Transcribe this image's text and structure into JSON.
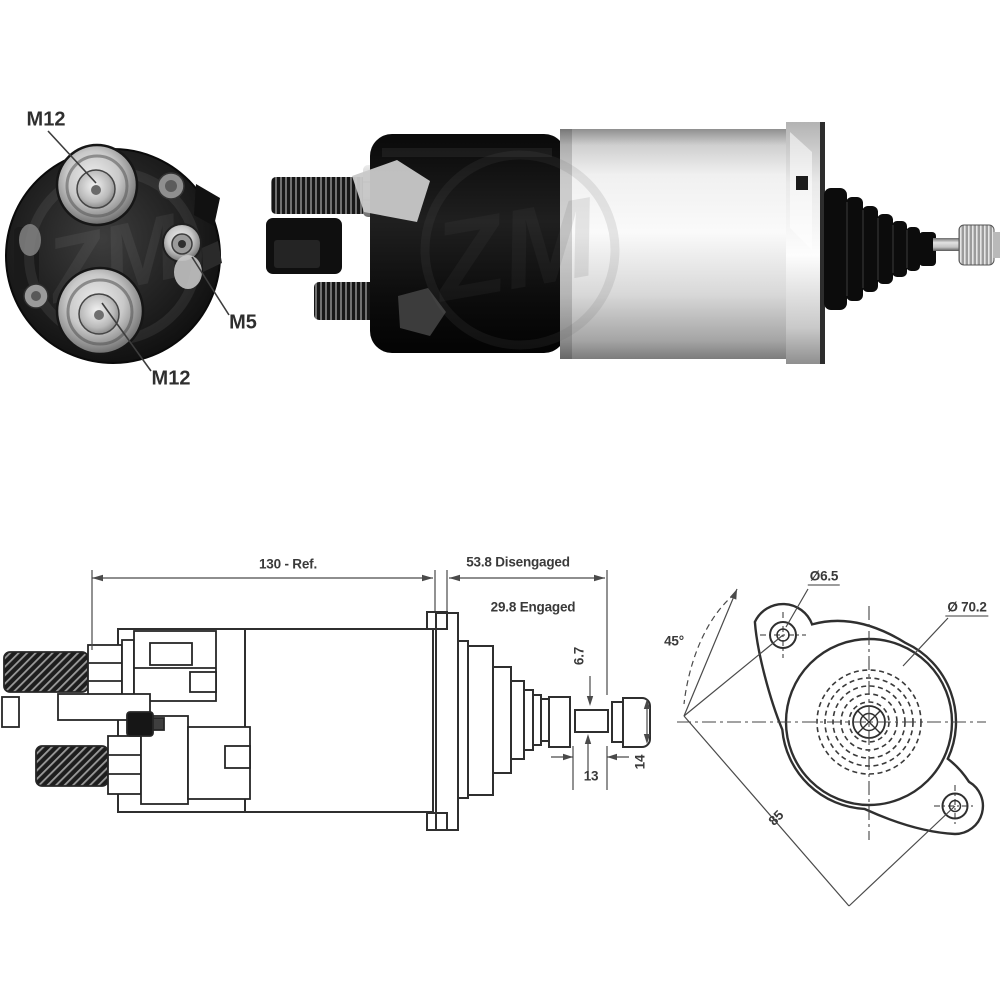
{
  "image_type": "starter-solenoid-product-technical-image",
  "watermark": {
    "text": "ZM"
  },
  "end_view_photo": {
    "label_top": "M12",
    "label_right": "M5",
    "label_bottom": "M12"
  },
  "technical_drawing": {
    "total_length": "130 - Ref.",
    "disengaged": "53.8 Disengaged",
    "engaged": "29.8 Engaged",
    "shaft_diameter": "6.7",
    "neck_length": "13",
    "tip_diameter": "14",
    "hole_angle": "45°",
    "mounting_hole_diameter": "Ø6.5",
    "boss_diameter": "Ø 70.2",
    "hole_distance": "85"
  },
  "colors": {
    "background": "#ffffff",
    "part_line": "#2f2f2f",
    "dimension_line": "#4a4a4a",
    "label_text": "#3a3a3a"
  }
}
